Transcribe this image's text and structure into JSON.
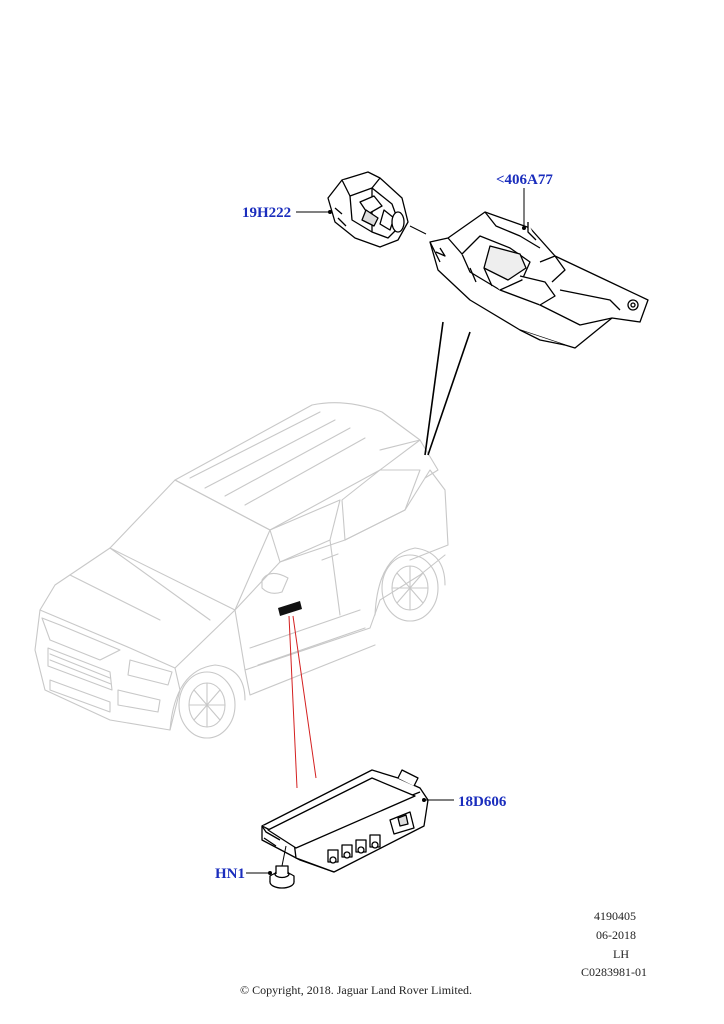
{
  "callouts": {
    "camera": "19H222",
    "bracket": "<406A77",
    "module": "18D606",
    "nut": "HN1"
  },
  "illustration_info": {
    "ref_number": "4190405",
    "date": "06-2018",
    "side": "LH",
    "code": "C0283981-01"
  },
  "copyright": "© Copyright, 2018. Jaguar Land Rover Limited.",
  "colors": {
    "callout": "#1a2dbd",
    "line": "#000000",
    "vehicle_ghost": "#c8c8c8",
    "leader_red": "#d42020"
  }
}
